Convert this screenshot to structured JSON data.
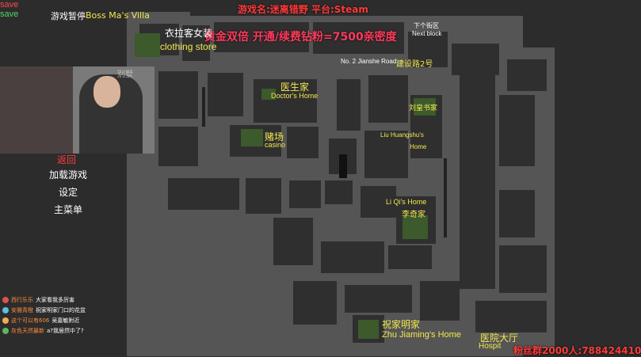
{
  "colors": {
    "map_bg": "#2c2c2c",
    "wall": "#555555",
    "room": "#2f2f2f",
    "green_room": "#3c5a2c",
    "overlay_red": "#ff3b3b",
    "label_yellow": "#f2e94e",
    "save_green": "#4cd964"
  },
  "overlay": {
    "top_title": "游戏名:迷离错野  平台:Steam",
    "promo": "黄金双倍  开通/续费钻粉=7500亲密度",
    "fans": "粉丝群2000人:788424410"
  },
  "pause_menu": {
    "paused_label": "游戏暂停",
    "back": "返回",
    "items": [
      "加载游戏",
      "设定",
      "主菜单"
    ]
  },
  "map_labels": {
    "boss_villa_cn": "别墅",
    "boss_villa": "Boss Ma's Villa",
    "clothing_cn": "衣拉客女装",
    "clothing": "clothing store",
    "next_block_cn": "下个街区",
    "next_block": "Next block",
    "save1": "save",
    "jianshe_road": "No. 2 Jianshe Road",
    "jianshe_cn": "建设路2号",
    "doctor_cn": "医生家",
    "doctor": "Doctor's Home",
    "liu_cn": "刘皇书家",
    "liu_1": "Liu Huangshu's",
    "liu_2": "Home",
    "casino_cn": "赌场",
    "casino": "casino",
    "save2": "save",
    "liqi": "Li Qi's Home",
    "liqi_cn": "李奇家",
    "zhu_cn": "祝家明家",
    "zhu": "Zhu Jiaming's Home",
    "hospital_cn": "医院大厅",
    "hospital": "Hospit"
  },
  "chat": [
    {
      "name": "西行乐乐",
      "msg": "大家看我多厉害",
      "avatar": "#d9534f"
    },
    {
      "name": "安雅青橙",
      "msg": "祝家明家门口的花盆",
      "avatar": "#5bc0de"
    },
    {
      "name": "这个可以有606",
      "msg": "吴嘉敏附近",
      "avatar": "#f0ad4e"
    },
    {
      "name": "灰色天然最新",
      "msg": "a?我居然中了?",
      "avatar": "#5cb85c"
    }
  ]
}
